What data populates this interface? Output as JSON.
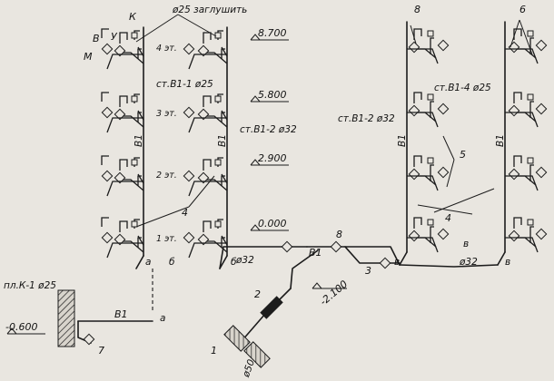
{
  "diagram": {
    "labels": {
      "plug": "ø25 заглушить",
      "riser1": "ст.В1-1 ø25",
      "riser2_left": "ст.В1-2 ø32",
      "riser2_mid": "ст.В1-2 ø32",
      "riser4": "ст.В1-4 ø25",
      "pl_k1": "пл.К-1 ø25",
      "main_b1": "В1",
      "inlet_b1": "В1",
      "d32_left": "ø32",
      "d32_right": "ø32",
      "d50": "ø50"
    },
    "floors": [
      "1 эт.",
      "2 эт.",
      "3 эт.",
      "4 эт."
    ],
    "elevations": [
      "8.700",
      "5.800",
      "2.900",
      "0.000"
    ],
    "neg_levels": {
      "inlet": "-2.100",
      "basement": "-0.600"
    },
    "riser_tags": [
      "B1",
      "B1",
      "B1",
      "B1"
    ],
    "fixture_letters": {
      "k": "К",
      "v": "В",
      "u": "У",
      "m": "М"
    },
    "callouts": {
      "n1": "1",
      "n2": "2",
      "n3": "3",
      "n4a": "4",
      "n4b": "4",
      "n5": "5",
      "n6": "6",
      "n7": "7",
      "n8a": "8",
      "n8b": "8"
    },
    "node_letters": {
      "a1": "а",
      "a2": "а",
      "b1": "б",
      "b2": "б",
      "v1": "в",
      "v2": "в",
      "v3": "в"
    }
  }
}
